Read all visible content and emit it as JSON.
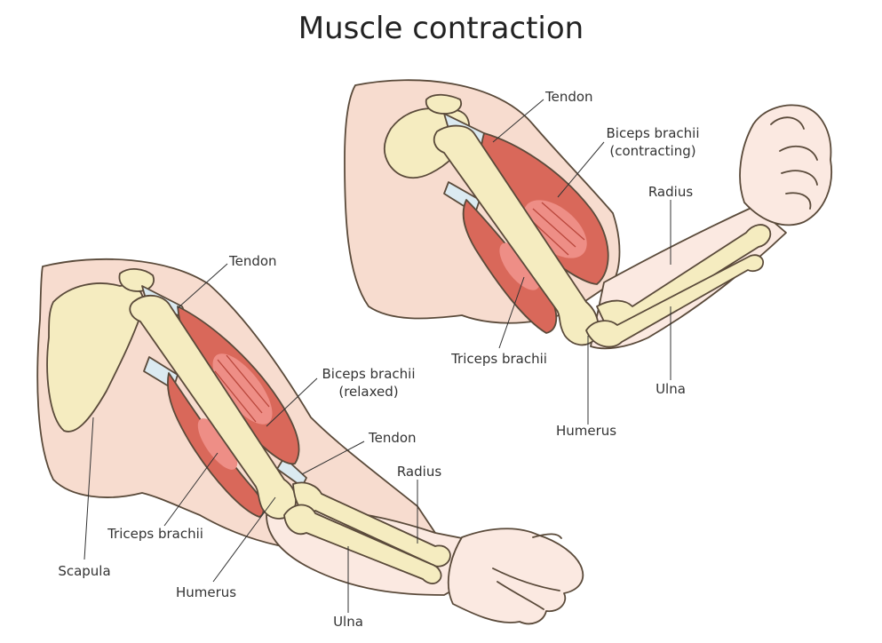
{
  "title": "Muscle contraction",
  "relaxed_arm": {
    "tendon_top": "Tendon",
    "biceps_line1": "Biceps brachii",
    "biceps_line2": "(relaxed)",
    "tendon_bottom": "Tendon",
    "radius": "Radius",
    "triceps": "Triceps brachii",
    "scapula": "Scapula",
    "humerus": "Humerus",
    "ulna": "Ulna"
  },
  "contracting_arm": {
    "tendon": "Tendon",
    "biceps_line1": "Biceps brachii",
    "biceps_line2": "(contracting)",
    "radius": "Radius",
    "triceps": "Triceps brachii",
    "humerus": "Humerus",
    "ulna": "Ulna"
  },
  "colors": {
    "skin": "#f7dccf",
    "bone": "#f5ecc0",
    "muscle": "#d9685a",
    "muscle_belly": "#ee8e86",
    "tendon": "#dbeaf1"
  }
}
